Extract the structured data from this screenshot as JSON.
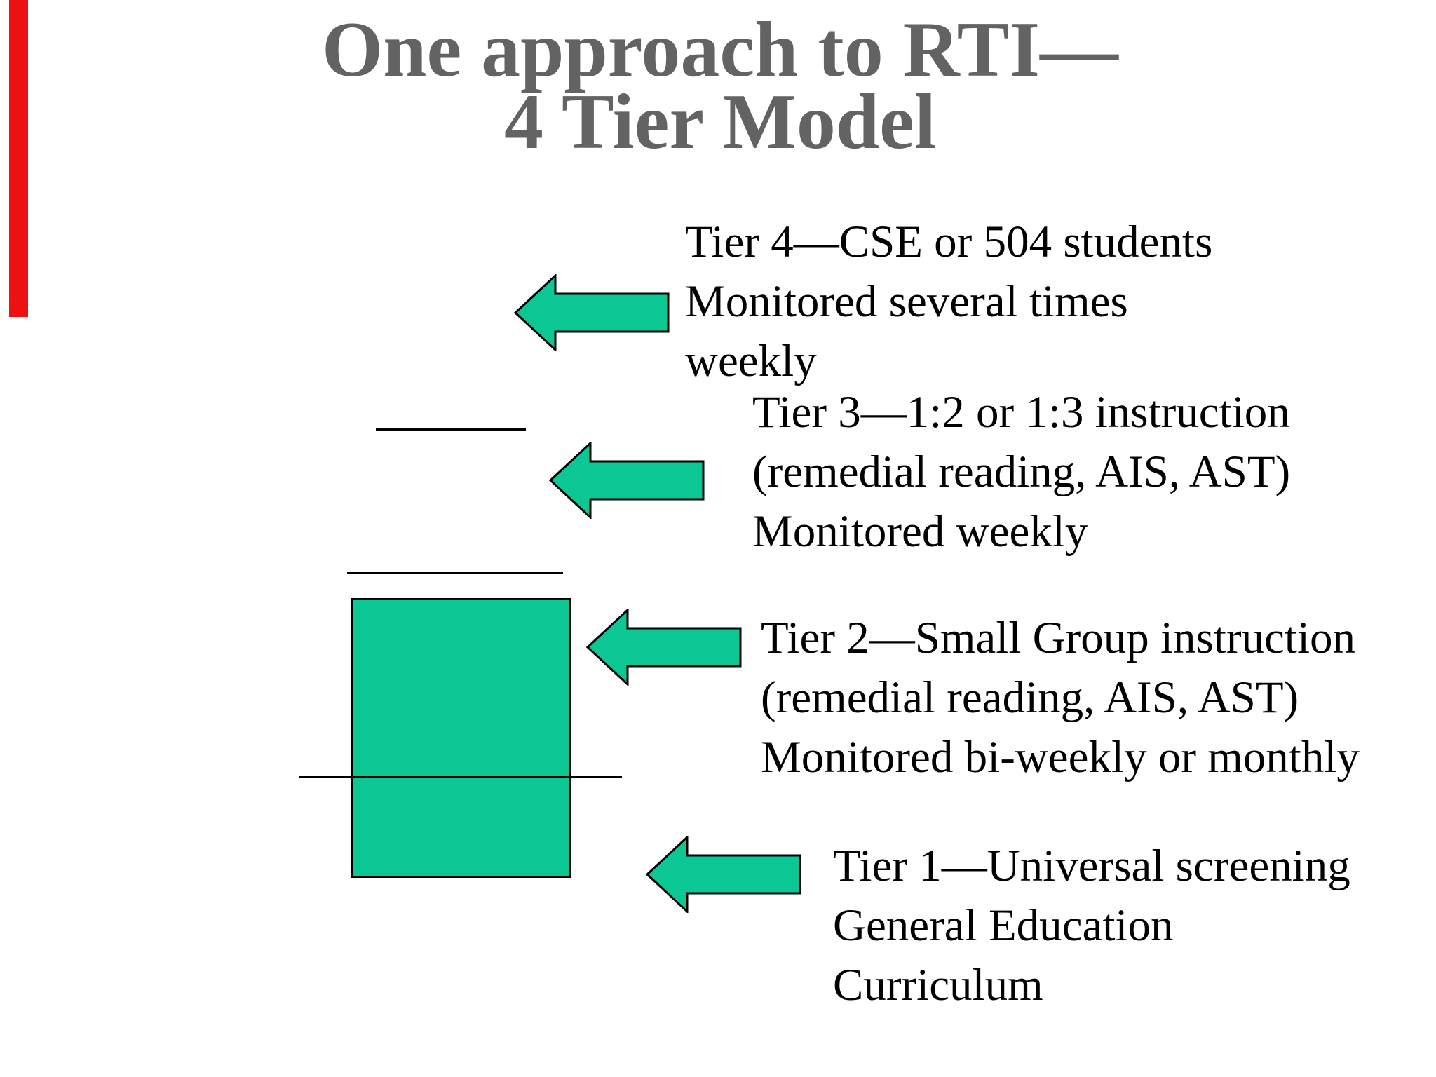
{
  "slide": {
    "title": {
      "line1": "One approach to RTI—",
      "line2": "4 Tier Model"
    },
    "tier4": {
      "line1": "Tier 4—CSE or 504 students",
      "line2": "Monitored several times",
      "line3": "weekly"
    },
    "tier3": {
      "line1": "Tier 3—1:2 or 1:3 instruction",
      "line2": "(remedial reading, AIS, AST)",
      "line3": "Monitored weekly"
    },
    "tier2": {
      "line1": "Tier 2—Small Group instruction",
      "line2": "(remedial reading, AIS, AST)",
      "line3": "Monitored bi-weekly or monthly"
    },
    "tier1": {
      "line1": "Tier 1—Universal screening",
      "line2": "General Education",
      "line3": "Curriculum"
    },
    "colors": {
      "arrow_green": "#0ac794",
      "shape_outline": "#000000",
      "title_gray": "#636363",
      "body_text": "#000000",
      "ribbon_red": "#ee1111",
      "background": "#ffffff"
    }
  }
}
